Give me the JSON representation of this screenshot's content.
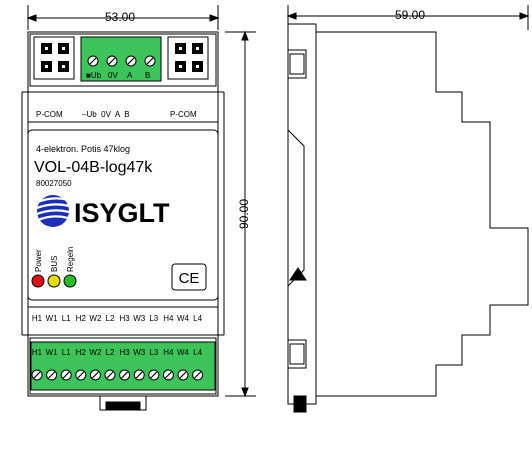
{
  "dimensions": {
    "front_width": "53.00",
    "side_width": "59.00",
    "height": "90.00"
  },
  "top_connector": {
    "pins": [
      "■Ub",
      "0V",
      "A",
      "B"
    ]
  },
  "top_labels": {
    "left": "P-COM",
    "center": "–Ub  0V  A  B",
    "right": "P-COM"
  },
  "label_panel": {
    "description": "4-elektron. Potis 47klog",
    "model": "VOL-04B-log47k",
    "article_number": "80027050",
    "brand": "ISYGLT",
    "ce_mark": "CE"
  },
  "leds": [
    {
      "label": "Power",
      "color": "#e01010"
    },
    {
      "label": "BUS",
      "color": "#e6dc00"
    },
    {
      "label": "Regeln",
      "color": "#22c022"
    }
  ],
  "bottom_labels": [
    "H1",
    "W1",
    "L1",
    "H2",
    "W2",
    "L2",
    "H3",
    "W3",
    "L3",
    "H4",
    "W4",
    "L4"
  ],
  "connector_color": "#3cc45a",
  "brand_color": "#1a2eb8"
}
